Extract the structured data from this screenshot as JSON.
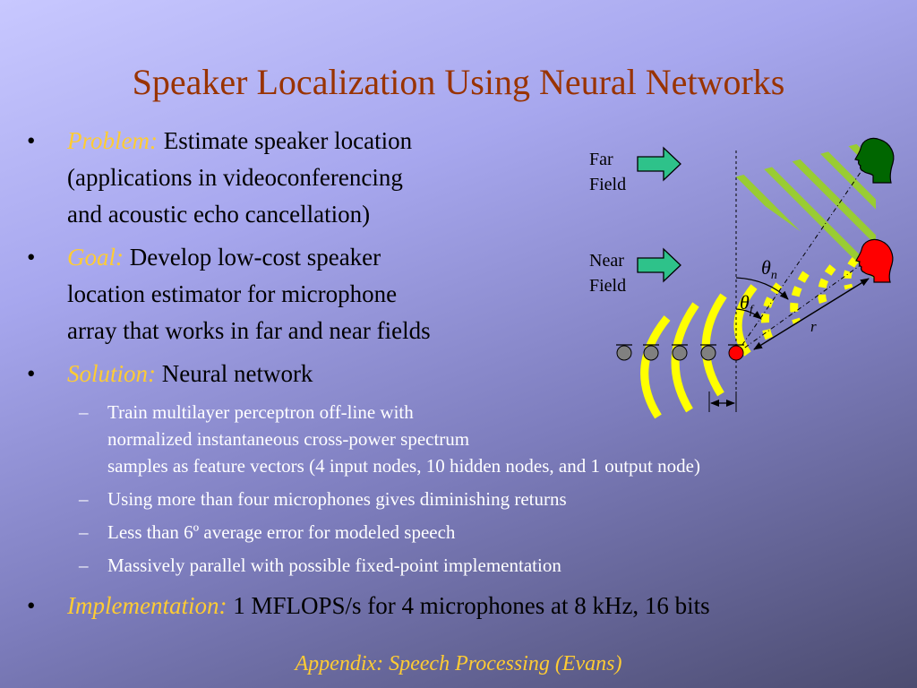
{
  "title": "Speaker Localization Using Neural Networks",
  "bullets": [
    {
      "lead": "Problem:",
      "lines": [
        "Estimate speaker location",
        "(applications in videoconferencing",
        "and acoustic echo cancellation)"
      ]
    },
    {
      "lead": "Goal:",
      "lines": [
        "Develop low-cost speaker",
        "location estimator for microphone",
        "array that works in far and near fields"
      ]
    },
    {
      "lead": "Solution:",
      "lines": [
        "Neural network"
      ]
    }
  ],
  "subbullets": [
    {
      "lines": [
        "Train multilayer perceptron off-line with",
        "normalized instantaneous cross-power spectrum",
        "samples as feature vectors (4 input nodes, 10 hidden nodes, and 1 output node)"
      ]
    },
    {
      "lines": [
        "Using more than four microphones gives diminishing returns"
      ]
    },
    {
      "lines": [
        "Less than 6º average error for modeled speech"
      ]
    },
    {
      "lines": [
        "Massively parallel with possible fixed-point implementation"
      ]
    }
  ],
  "implementation": {
    "lead": "Implementation:",
    "text": "1 MFLOPS/s for 4 microphones at 8 kHz, 16 bits"
  },
  "footer": "Appendix: Speech Processing (Evans)",
  "symbols": {
    "bullet": "•",
    "dash": "–"
  },
  "diagram": {
    "far_label": [
      "Far",
      "Field"
    ],
    "near_label": [
      "Near",
      "Field"
    ],
    "theta_n": "θ",
    "theta_n_sub": "n",
    "theta_f": "θ",
    "theta_f_sub": "f",
    "r_label": "r",
    "colors": {
      "arrow": "#2ec28a",
      "wave_far": "#99cc33",
      "wave_near": "#ffff00",
      "head_far": "#006600",
      "head_near": "#ff0000",
      "mic": "#808080",
      "mic_ref": "#ff0000"
    }
  }
}
